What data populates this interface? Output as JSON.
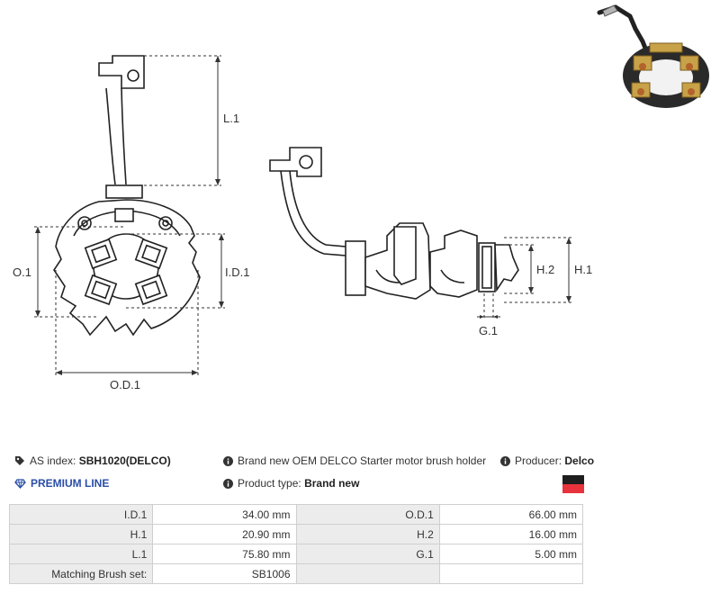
{
  "dimensions": {
    "od": "O.D.1",
    "o": "O.1",
    "id": "I.D.1",
    "l": "L.1",
    "h2": "H.2",
    "h1": "H.1",
    "g": "G.1"
  },
  "info": {
    "as_index_label": "AS index:",
    "as_index_value": "SBH1020(DELCO)",
    "description": "Brand new OEM DELCO Starter motor brush holder",
    "producer_label": "Producer:",
    "producer_value": "Delco",
    "premium_line": "PREMIUM LINE",
    "product_type_label": "Product type:",
    "product_type_value": "Brand new"
  },
  "flag_colors": {
    "top": "#1e1e1e",
    "bottom": "#e8333c"
  },
  "specs": {
    "rows": [
      {
        "label1": "I.D.1",
        "value1": "34.00 mm",
        "label2": "O.D.1",
        "value2": "66.00 mm"
      },
      {
        "label1": "H.1",
        "value1": "20.90 mm",
        "label2": "H.2",
        "value2": "16.00 mm"
      },
      {
        "label1": "L.1",
        "value1": "75.80 mm",
        "label2": "G.1",
        "value2": "5.00 mm"
      },
      {
        "label1": "Matching Brush set:",
        "value1": "SB1006",
        "label2": "",
        "value2": ""
      }
    ]
  }
}
